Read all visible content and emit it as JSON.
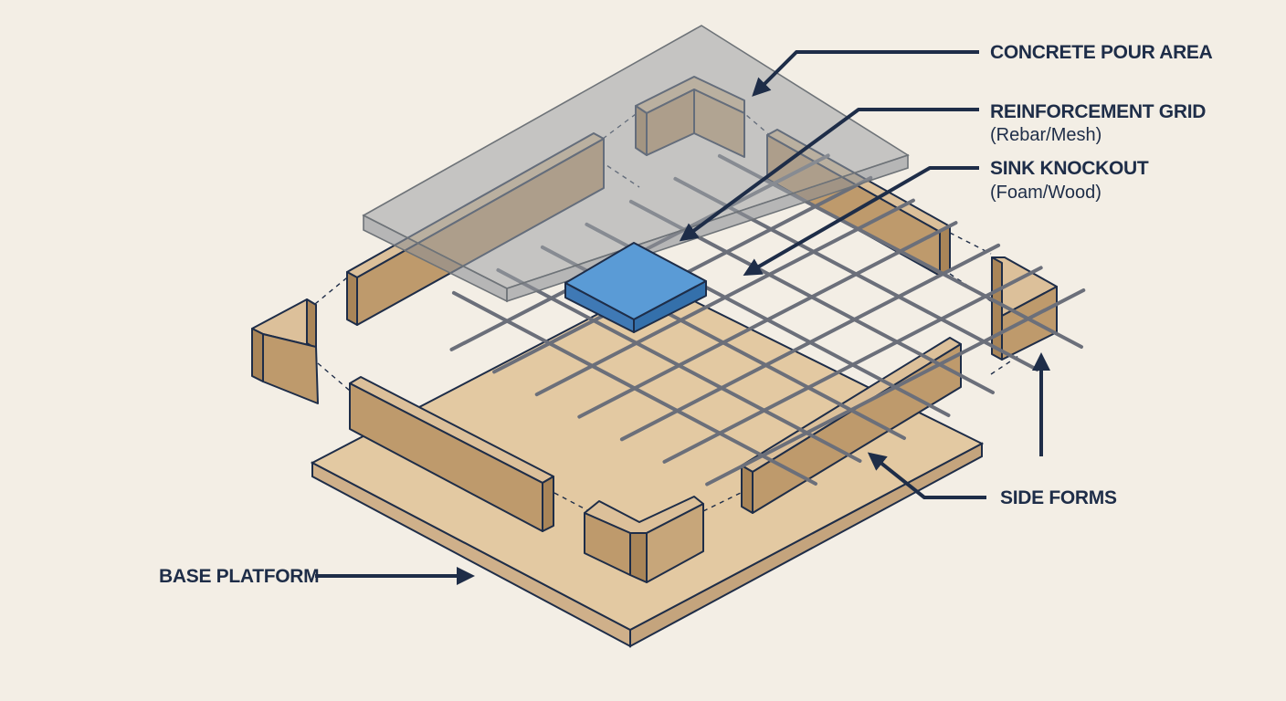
{
  "colors": {
    "background": "#f3eee5",
    "outline": "#1e2d48",
    "wood_top": "#dcc09a",
    "wood_front": "#be9a6c",
    "wood_side": "#a98558",
    "board_top": "#e3c9a2",
    "board_edge": "#cfb08a",
    "concrete": "#9ea2a5",
    "rebar": "#6b6f7a",
    "knockout_top": "#5a9bd6",
    "knockout_side": "#3f79b5",
    "label_text": "#1e2d48"
  },
  "labels": {
    "concrete_pour_area": "CONCRETE POUR AREA",
    "reinforcement_grid": "REINFORCEMENT GRID",
    "reinforcement_grid_sub": "(Rebar/Mesh)",
    "sink_knockout": "SINK KNOCKOUT",
    "sink_knockout_sub": "(Foam/Wood)",
    "side_forms": "SIDE FORMS",
    "base_platform": "BASE PLATFORM"
  }
}
